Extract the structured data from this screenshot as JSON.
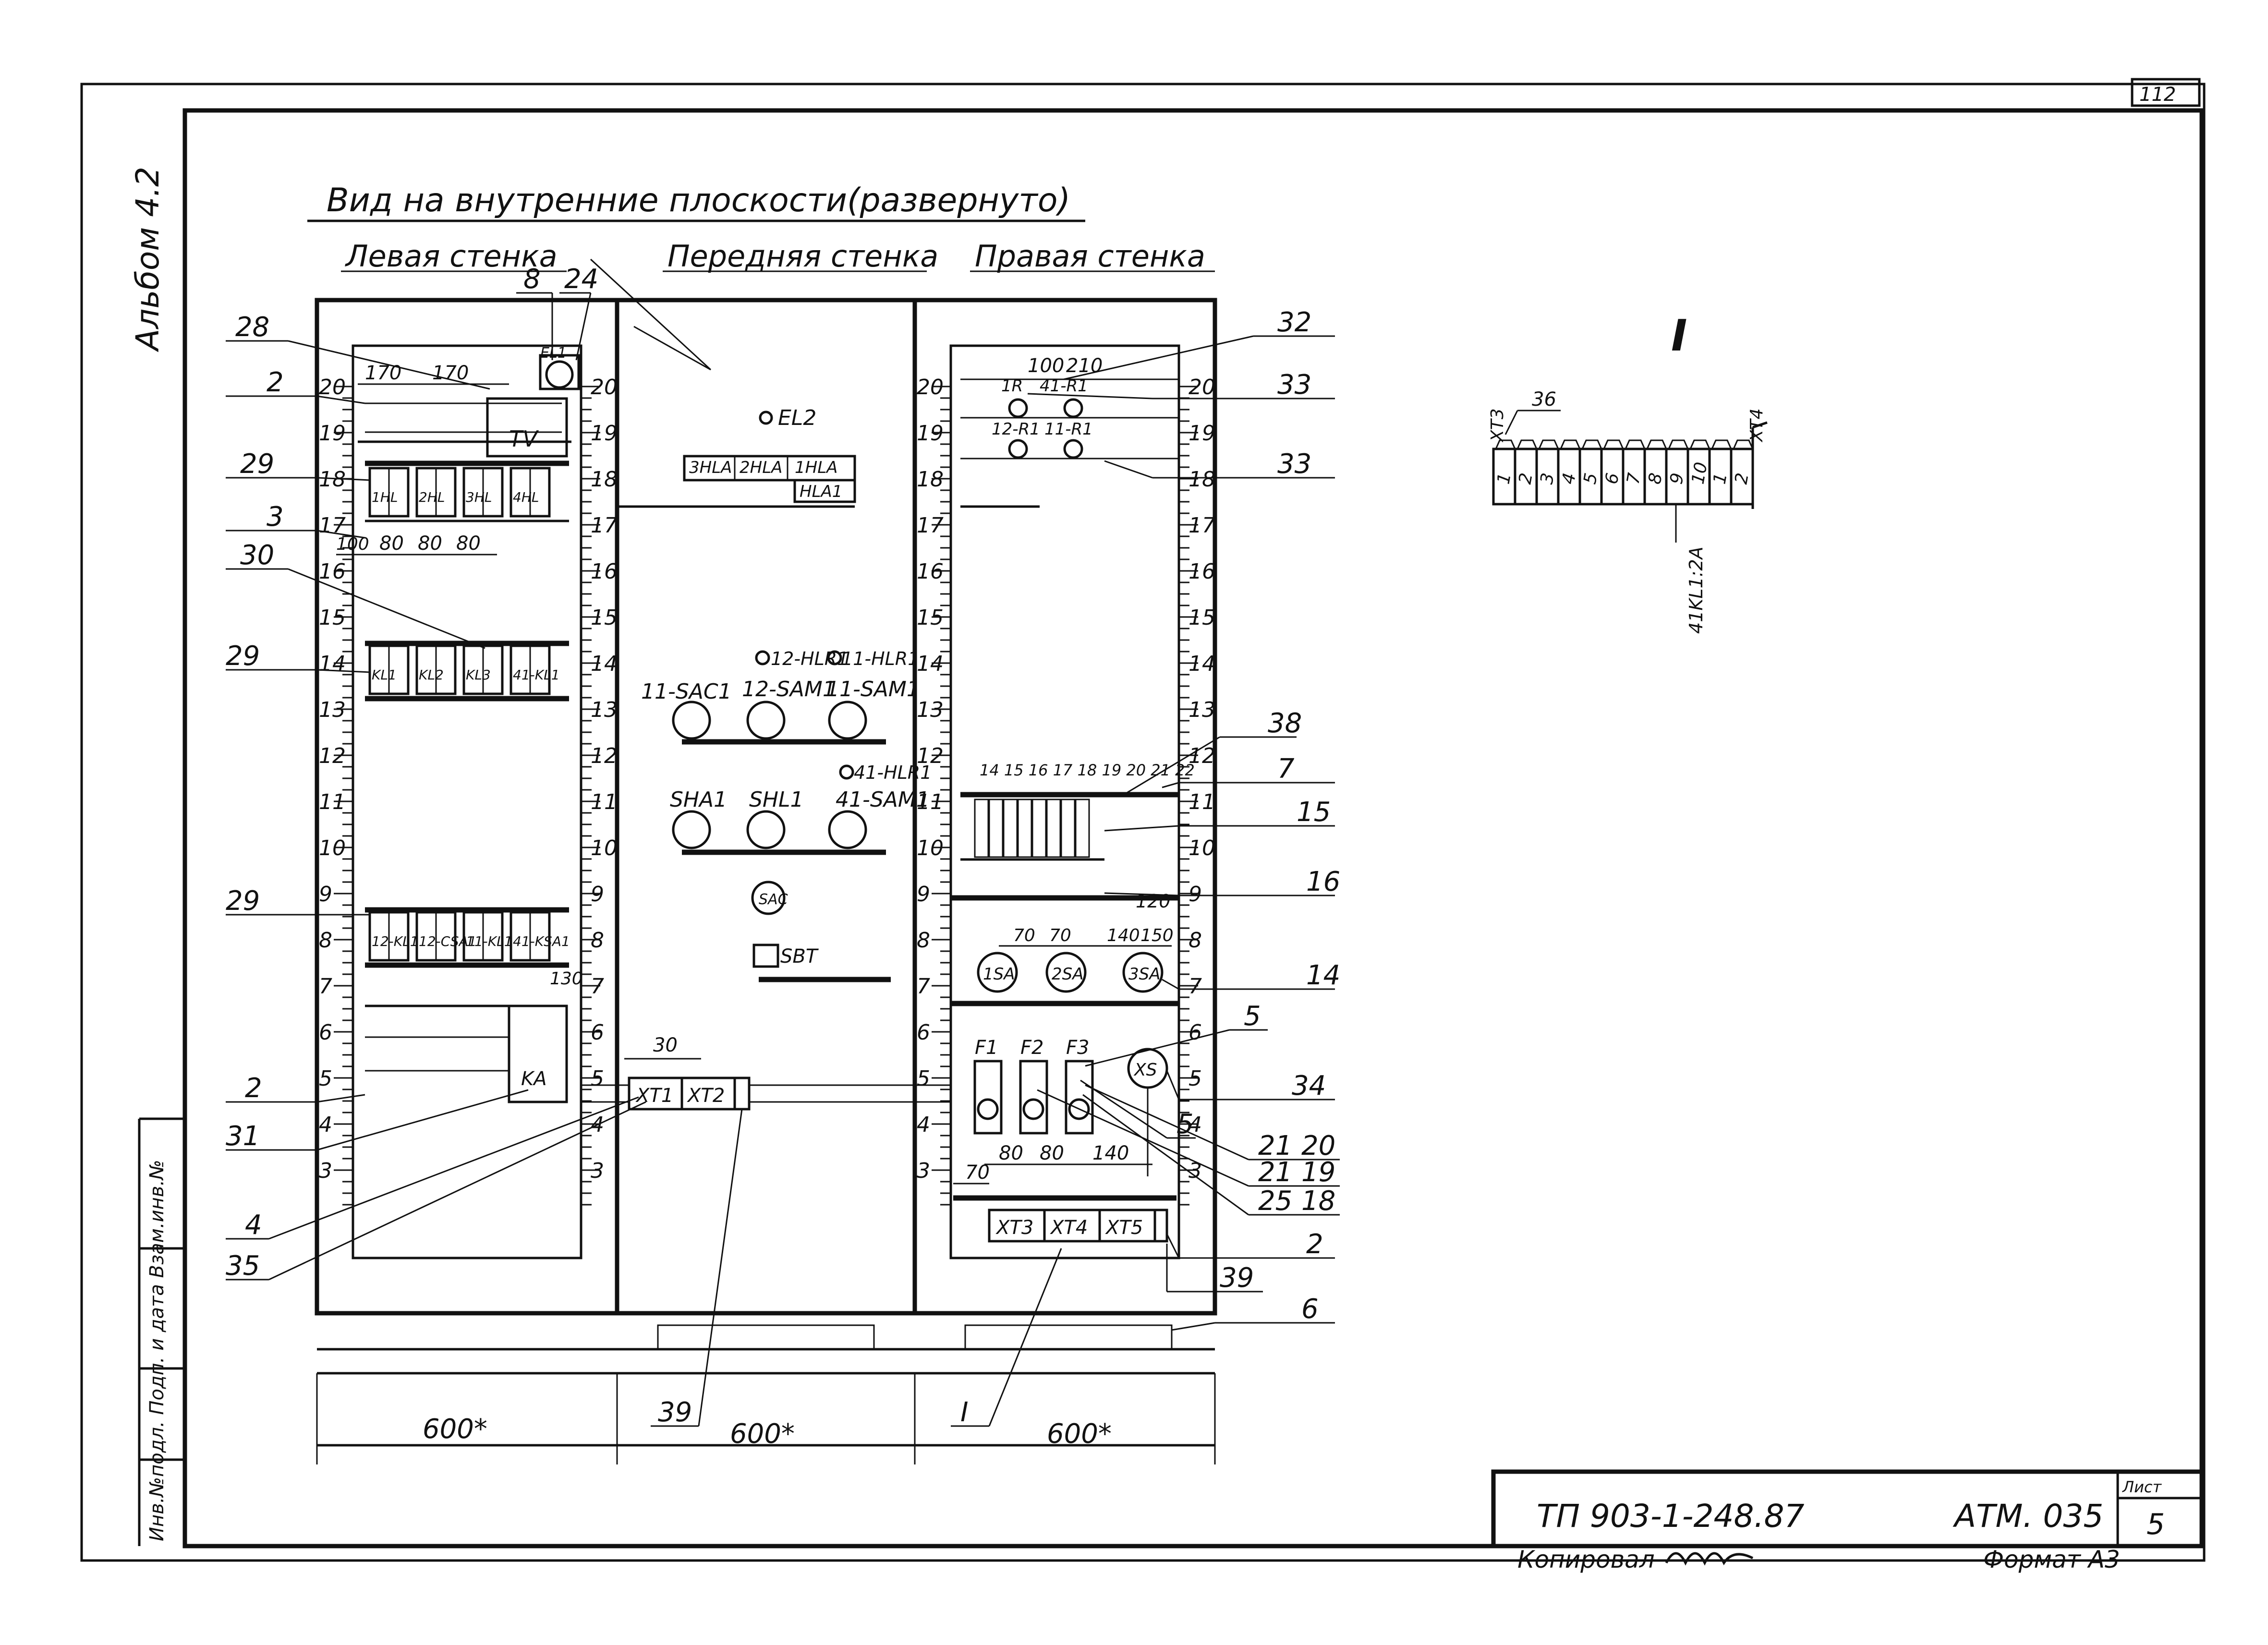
{
  "album": "Альбом 4.2",
  "sheet_corner_number": "112",
  "title": "Вид на внутренние плоскости(развернуто)",
  "walls": {
    "left": "Левая стенка",
    "front": "Передняя стенка",
    "right": "Правая стенка"
  },
  "left_wall": {
    "dims_top": [
      "170",
      "170"
    ],
    "dims_row3": [
      "100",
      "80",
      "80",
      "80"
    ],
    "dim_8": "130",
    "TV": "TV",
    "KA": "KA",
    "EL1": "EL1",
    "row_18": [
      "1HL",
      "2HL",
      "3HL",
      "4HL"
    ],
    "row_14": [
      "KL1",
      "KL2",
      "KL3",
      "41-KL1"
    ],
    "row_9": [
      "12-KL1",
      "12-CSA1",
      "11-KL1",
      "41-KSA1"
    ]
  },
  "front_wall": {
    "lamps": [
      "3HLA",
      "2HLA",
      "1HLA",
      "HLA1"
    ],
    "EL2": "EL2",
    "row1": [
      "11-SAC1",
      "12-SAM1",
      "11-SAM1"
    ],
    "row1_lamps": [
      "12-HLR1",
      "11-HLR1"
    ],
    "row2": [
      "SHA1",
      "SHL1",
      "41-SAM1"
    ],
    "row2_lamp": "41-HLR1",
    "SAC": "SAC",
    "SBT": "SBT",
    "terminals": [
      "XT1",
      "XT2"
    ],
    "dim_30": "30"
  },
  "right_wall": {
    "dims_top": [
      "100",
      "210"
    ],
    "resistors": [
      "1R",
      "41-R1",
      "12-R1",
      "11-R1"
    ],
    "terminal_row": "14 15 16 17 18 19 20 21 22",
    "dims_row9": [
      "120",
      "70",
      "70",
      "140",
      "150"
    ],
    "switches": [
      "1SA",
      "2SA",
      "3SA"
    ],
    "fuses": [
      "F1",
      "F2",
      "F3"
    ],
    "socket": "XS",
    "dims_row4": [
      "70",
      "80",
      "80",
      "140"
    ],
    "terminals": [
      "XT3",
      "XT4",
      "XT5"
    ]
  },
  "scale": [
    "20",
    "19",
    "18",
    "17",
    "16",
    "15",
    "14",
    "13",
    "12",
    "11",
    "10",
    "9",
    "8",
    "7",
    "6",
    "5",
    "4",
    "3"
  ],
  "bottom_dims": [
    "600*",
    "600*",
    "600*"
  ],
  "leaders_left": [
    "28",
    "2",
    "29",
    "3",
    "30",
    "29",
    "29",
    "2",
    "31",
    "4",
    "35"
  ],
  "leaders_top": [
    "8",
    "24"
  ],
  "leaders_right": [
    "32",
    "33",
    "33",
    "38",
    "7",
    "15",
    "16",
    "14",
    "5",
    "34",
    "20",
    "19",
    "18",
    "2",
    "39",
    "6"
  ],
  "leaders_right_inner": [
    "5",
    "21",
    "21",
    "25"
  ],
  "leader_bottom_39": "39",
  "leader_bottom_I": "I",
  "detail": {
    "title": "I",
    "labels": [
      "XT3",
      "36",
      "XT4"
    ],
    "cells": [
      "1",
      "2",
      "3",
      "4",
      "5",
      "6",
      "7",
      "8",
      "9",
      "10",
      "1",
      "2"
    ],
    "vertical_note": "41KL1:2A"
  },
  "side_stamp": "Инв.№подл. Подп. и дата Взам.инв.№",
  "stamp": {
    "doc": "ТП 903-1-248.87",
    "code": "АТМ. 035",
    "sheet_label": "Лист",
    "sheet_num": "5"
  },
  "footer": {
    "copied": "Копировал",
    "format": "Формат А3"
  }
}
